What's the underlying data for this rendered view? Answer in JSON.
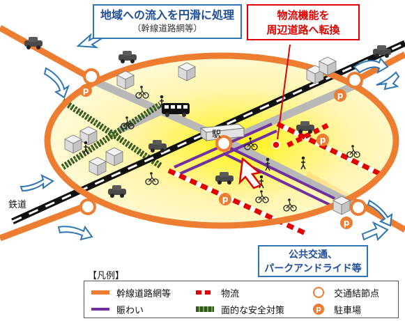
{
  "callouts": {
    "inflow": {
      "line1": "地域への流入を円滑に処理",
      "line2": "（幹線道路網等）"
    },
    "logistics": {
      "line1": "物流機能を",
      "line2": "周辺道路へ転換"
    },
    "public_transport": {
      "line1": "公共交通、",
      "line2": "パークアンドライド等"
    }
  },
  "labels": {
    "railway": "鉄道",
    "station": "駅",
    "parking_marker": "p"
  },
  "legend": {
    "title": "【凡例】",
    "items": [
      {
        "key": "arterial",
        "label": "幹線道路網等",
        "color": "#ed7d31"
      },
      {
        "key": "logistics",
        "label": "物流",
        "color": "#e00000"
      },
      {
        "key": "node",
        "label": "交通結節点",
        "color": "#ed7d31"
      },
      {
        "key": "bustle",
        "label": "賑わい",
        "color": "#7030a0"
      },
      {
        "key": "safety",
        "label": "面的な安全対策",
        "color": "#375623"
      },
      {
        "key": "parking",
        "label": "駐車場",
        "color": "#ed7d31"
      }
    ]
  },
  "colors": {
    "ring_road": "#ed7d31",
    "zone_fill": "#fff7a8",
    "rail": "#111111",
    "inflow_arrow": "#2e75b6",
    "logistics_arrow": "#e00000",
    "bustle_road": "#7030a0",
    "safety_road": "#375623"
  }
}
